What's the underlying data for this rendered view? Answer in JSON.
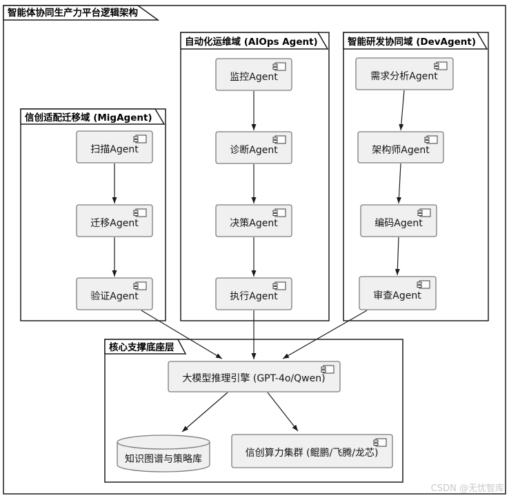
{
  "frame": {
    "title": "智能体协同生产力平台逻辑架构"
  },
  "packages": {
    "mig": {
      "label": "信创适配迁移域 (MigAgent)",
      "components": {
        "scan": "扫描Agent",
        "migrate": "迁移Agent",
        "verify": "验证Agent"
      }
    },
    "aiops": {
      "label": "自动化运维域 (AIOps Agent)",
      "components": {
        "monitor": "监控Agent",
        "diagnose": "诊断Agent",
        "decide": "决策Agent",
        "execute": "执行Agent"
      }
    },
    "dev": {
      "label": "智能研发协同域 (DevAgent)",
      "components": {
        "requirements": "需求分析Agent",
        "architect": "架构师Agent",
        "coding": "编码Agent",
        "review": "审查Agent"
      }
    },
    "core": {
      "label": "核心支撑底座层",
      "components": {
        "engine": "大模型推理引擎 (GPT-4o/Qwen)",
        "knowledge": "知识图谱与策略库",
        "cluster": "信创算力集群 (鲲鹏/飞腾/龙芯)"
      }
    }
  },
  "watermark": "CSDN @无忧智库",
  "colors": {
    "component_fill": "#f0f0f0",
    "component_border": "#7b7b7b",
    "package_border": "#1a1a1a",
    "arrow": "#1a1a1a",
    "watermark_text": "#c8c8c8"
  }
}
